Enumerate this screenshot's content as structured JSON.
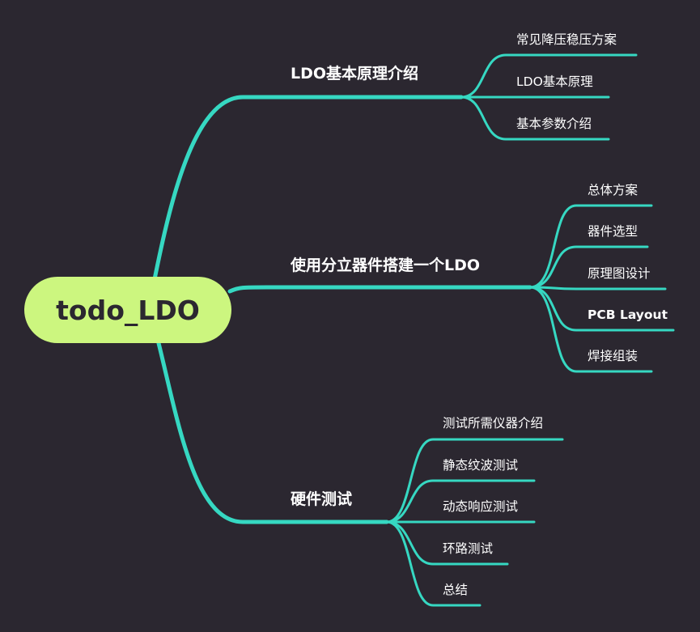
{
  "mindmap": {
    "root": "todo_LDO",
    "line_color": "#36d8c2",
    "root_color": "#ccf67f",
    "background": "#2b2730",
    "branches": [
      {
        "label": "LDO基本原理介绍",
        "children": [
          "常见降压稳压方案",
          "LDO基本原理",
          "基本参数介绍"
        ]
      },
      {
        "label": "使用分立器件搭建一个LDO",
        "children": [
          "总体方案",
          "器件选型",
          "原理图设计",
          "PCB Layout",
          "焊接组装"
        ]
      },
      {
        "label": "硬件测试",
        "children": [
          "测试所需仪器介绍",
          "静态纹波测试",
          "动态响应测试",
          "环路测试",
          "总结"
        ]
      }
    ]
  }
}
